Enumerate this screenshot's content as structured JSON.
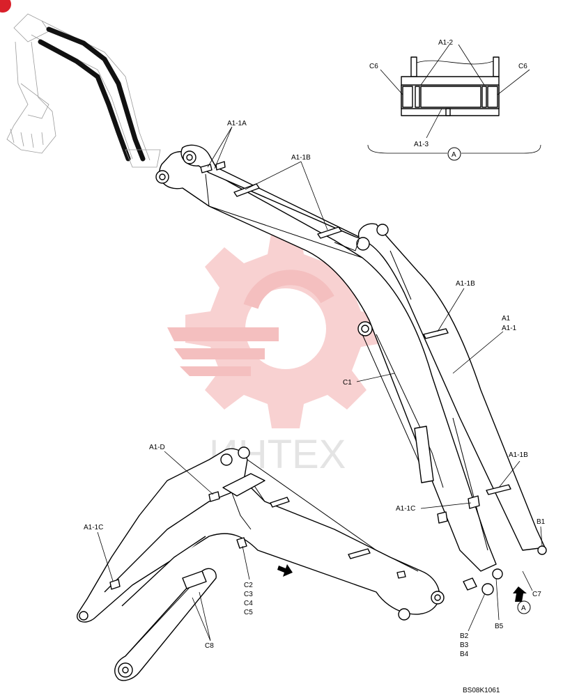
{
  "labels": {
    "a1_1a": "A1-1A",
    "a1_1b_top": "A1-1B",
    "a1_1b_mid": "A1-1B",
    "a1_1b_low": "A1-1B",
    "a1": "A1",
    "a1_1": "A1-1",
    "c1": "C1",
    "a1_1c_arm": "A1-1C",
    "a1_1c_boom": "A1-1C",
    "a1_1d": "A1-D",
    "b1": "B1",
    "b5": "B5",
    "c7": "C7",
    "b2": "B2",
    "b3": "B3",
    "b4": "B4",
    "c2": "C2",
    "c3": "C3",
    "c4": "C4",
    "c5": "C5",
    "c8": "C8",
    "view_a_marker": "A",
    "view_a_circle": "A"
  },
  "detail_view": {
    "a1_2": "A1-2",
    "c6_left": "C6",
    "c6_right": "C6",
    "a1_3": "A1-3"
  },
  "watermark_text": "ИНТЕХ",
  "drawing_code": "BS08K1061",
  "colors": {
    "watermark": "#f1a7a7",
    "corner_badge": "#d9202a"
  }
}
